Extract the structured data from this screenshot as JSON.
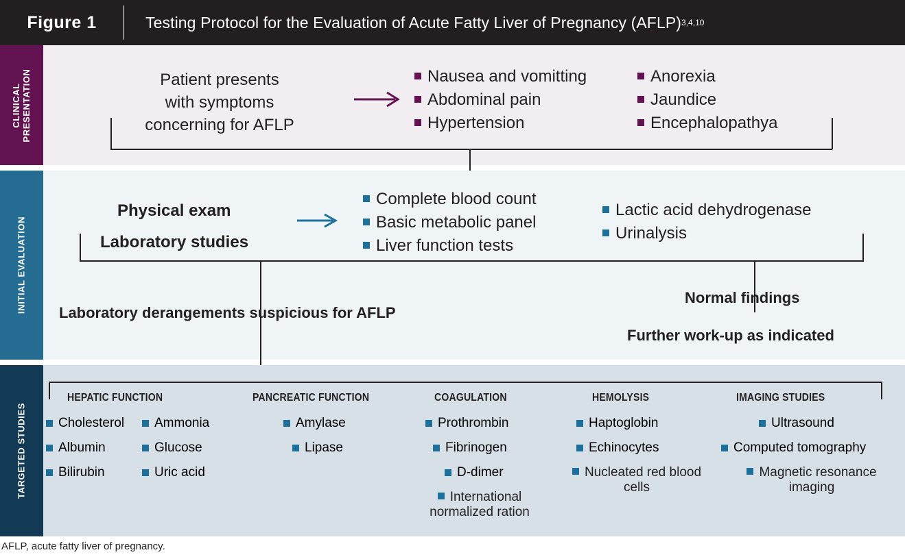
{
  "header": {
    "figure_label": "Figure 1",
    "title": "Testing Protocol for the Evaluation of Acute Fatty Liver of Pregnancy (AFLP)",
    "title_superscript": "3,4,10",
    "bg_color": "#231f20"
  },
  "sections": {
    "clinical": {
      "rail_label_line1": "CLINICAL",
      "rail_label_line2": "PRESENTATION",
      "rail_color": "#621250",
      "bg_color": "#f2edf0",
      "prompt_line1": "Patient presents",
      "prompt_line2": "with symptoms",
      "prompt_line3": "concerning for AFLP",
      "arrow": "right-arrow-icon",
      "symptoms_col1": [
        "Nausea and vomitting",
        "Abdominal pain",
        "Hypertension"
      ],
      "symptoms_col2": [
        "Anorexia",
        "Jaundice",
        "Encephalopathya"
      ]
    },
    "initial": {
      "rail_label": "INITIAL EVALUATION",
      "rail_color": "#256c93",
      "bg_color": "#eff4f7",
      "action1": "Physical exam",
      "action2": "Laboratory studies",
      "arrow": "right-arrow-icon",
      "tests_col1": [
        "Complete blood count",
        "Basic metabolic panel",
        "Liver function tests"
      ],
      "tests_col2": [
        "Lactic acid dehydrogenase",
        "Urinalysis"
      ],
      "branch_left": "Laboratory derangements suspicious for AFLP",
      "branch_right_line1": "Normal findings",
      "branch_right_line2": "Further work-up as indicated"
    },
    "targeted": {
      "rail_label": "TARGETED STUDIES",
      "rail_color": "#123a54",
      "bg_color": "#d6e0e6",
      "columns": [
        {
          "heading": "HEPATIC FUNCTION",
          "items_a": [
            "Cholesterol",
            "Albumin",
            "Bilirubin"
          ],
          "items_b": [
            "Ammonia",
            "Glucose",
            "Uric acid"
          ]
        },
        {
          "heading": "PANCREATIC FUNCTION",
          "items": [
            "Amylase",
            "Lipase"
          ]
        },
        {
          "heading": "COAGULATION",
          "items": [
            "Prothrombin",
            "Fibrinogen",
            "D-dimer",
            "International normalized ration"
          ]
        },
        {
          "heading": "HEMOLYSIS",
          "items": [
            "Haptoglobin",
            "Echinocytes",
            "Nucleated red blood cells"
          ]
        },
        {
          "heading": "IMAGING STUDIES",
          "items": [
            "Ultrasound",
            "Computed tomography",
            "Magnetic resonance imaging"
          ]
        }
      ]
    }
  },
  "footnote": "AFLP, acute fatty liver of pregnancy."
}
